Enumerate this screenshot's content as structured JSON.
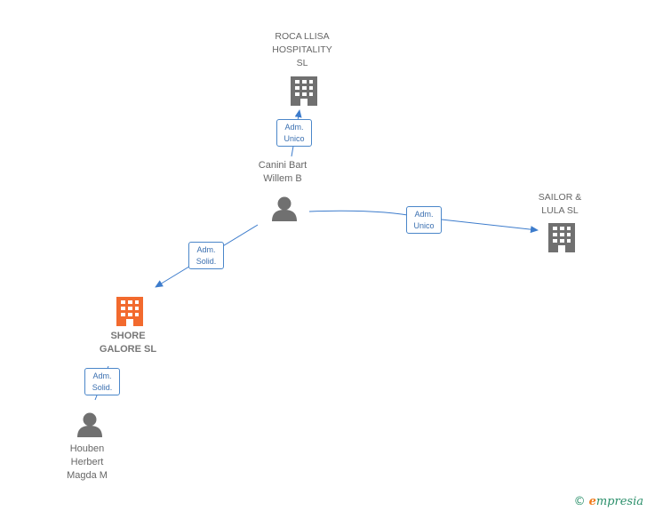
{
  "nodes": {
    "roca": {
      "label": "ROCA LLISA\nHOSPITALITY\nSL",
      "kind": "company"
    },
    "canini": {
      "label": "Canini Bart\nWillem B",
      "kind": "person"
    },
    "sailor": {
      "label": "SAILOR &\nLULA SL",
      "kind": "company"
    },
    "shore": {
      "label": "SHORE\nGALORE  SL",
      "kind": "company-focus"
    },
    "houben": {
      "label": "Houben\nHerbert\nMagda M",
      "kind": "person"
    }
  },
  "edges": {
    "canini_roca": "Adm.\nUnico",
    "canini_sailor": "Adm.\nUnico",
    "canini_shore": "Adm.\nSolid.",
    "houben_shore": "Adm.\nSolid."
  },
  "footer": {
    "copyright": "©",
    "brand_initial": "e",
    "brand_rest": "mpresia"
  },
  "colors": {
    "company": "#707070",
    "company_focus": "#f26a2e",
    "person": "#707070",
    "edge": "#3d7ccc"
  }
}
